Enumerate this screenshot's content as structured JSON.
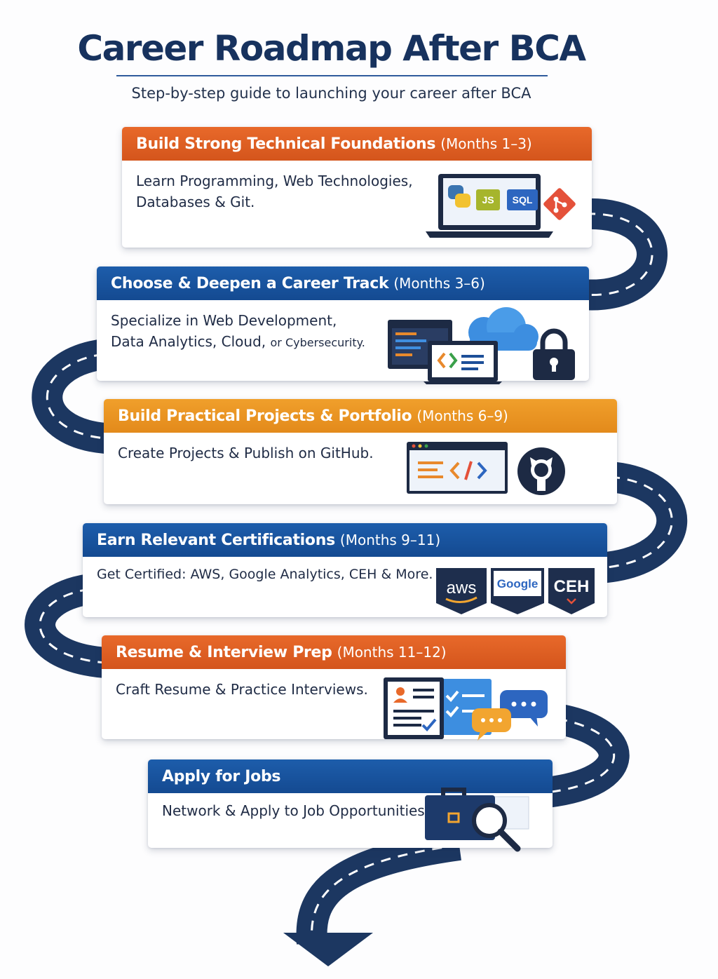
{
  "header": {
    "title": "Career Roadmap After BCA",
    "subtitle": "Step-by-step guide to launching your career after BCA"
  },
  "steps": [
    {
      "title": "Build Strong Technical Foundations",
      "months": "(Months 1–3)",
      "body_line1": "Learn Programming, Web Technologies,",
      "body_line2": "Databases & Git.",
      "icon_labels": {
        "js": "JS",
        "sql": "SQL"
      },
      "icons": [
        "laptop-icon",
        "python-icon",
        "js-badge-icon",
        "sql-badge-icon",
        "git-icon"
      ]
    },
    {
      "title": "Choose & Deepen a Career Track",
      "months": "(Months 3–6)",
      "body_line1": "Specialize in Web Development,",
      "body_line2": "Data Analytics, Cloud,",
      "body_line2_small": "or Cybersecurity.",
      "icons": [
        "dashboard-window-icon",
        "code-laptop-icon",
        "cloud-icon",
        "padlock-icon"
      ]
    },
    {
      "title": "Build Practical Projects & Portfolio",
      "months": "(Months 6–9)",
      "body_line1": "Create Projects & Publish on GitHub.",
      "icons": [
        "code-window-icon",
        "github-icon"
      ]
    },
    {
      "title": "Earn Relevant Certifications",
      "months": "(Months 9–11)",
      "body_line1": "Get Certified: AWS, Google Analytics, CEH & More.",
      "badges": [
        "aws",
        "Google",
        "CEH"
      ],
      "icons": [
        "aws-badge-icon",
        "google-badge-icon",
        "ceh-badge-icon"
      ]
    },
    {
      "title": "Resume & Interview Prep",
      "months": "(Months 11–12)",
      "body_line1": "Craft Resume & Practice Interviews.",
      "icons": [
        "resume-icon",
        "checklist-icon",
        "chat-bubbles-icon"
      ]
    },
    {
      "title": "Apply for Jobs",
      "months": "",
      "body_line1": "Network & Apply to Job Opportunities.",
      "icons": [
        "briefcase-icon",
        "magnifier-icon"
      ]
    }
  ],
  "colors": {
    "title": "#17325e",
    "orange_header": "#e0601f",
    "blue_header": "#1854a0",
    "amber_header": "#eb9524",
    "road": "#1c3761",
    "road_dash": "#ffffff"
  }
}
